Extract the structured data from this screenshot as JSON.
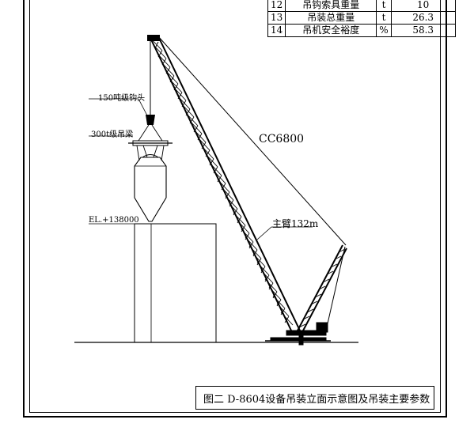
{
  "params_table": {
    "rows": [
      {
        "no": "12",
        "name": "吊钩索具重量",
        "unit": "t",
        "value": "10"
      },
      {
        "no": "13",
        "name": "吊装总重量",
        "unit": "t",
        "value": "26.3"
      },
      {
        "no": "14",
        "name": "吊机安全裕度",
        "unit": "%",
        "value": "58.3"
      }
    ]
  },
  "labels": {
    "hook": "150吨级钩头",
    "spreader": "300t级吊梁",
    "elevation": "EL.+138000",
    "crane_model": "CC6800",
    "main_boom": "主臂132m"
  },
  "caption": "图二 D-8604设备吊装立面示意图及吊装主要参数"
}
